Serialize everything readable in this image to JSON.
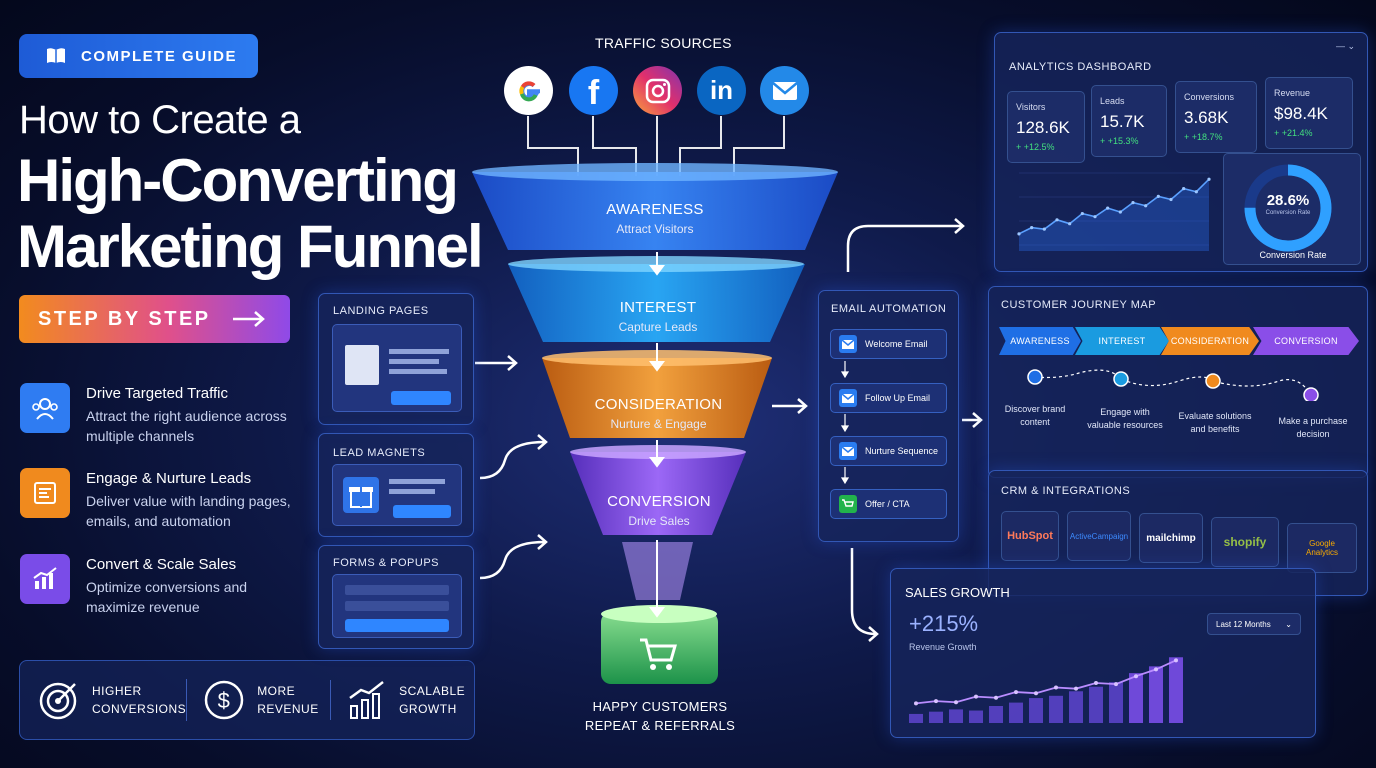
{
  "guide_badge": {
    "label": "COMPLETE GUIDE",
    "icon": "book-icon"
  },
  "title": {
    "line1": "How to Create a",
    "line2": "High-Converting",
    "line3": "Marketing Funnel"
  },
  "step_button": {
    "label": "STEP BY STEP",
    "icon": "arrow-right-icon"
  },
  "features": [
    {
      "title": "Drive Targeted Traffic",
      "desc": "Attract the right audience across multiple channels",
      "icon": "audience-icon",
      "color": "#2f7cf2"
    },
    {
      "title": "Engage & Nurture Leads",
      "desc": "Deliver value with landing pages, emails, and automation",
      "icon": "document-icon",
      "color": "#f08a1e"
    },
    {
      "title": "Convert & Scale Sales",
      "desc": "Optimize conversions and maximize revenue",
      "icon": "growth-chart-icon",
      "color": "#7a4ce8"
    }
  ],
  "benefits": [
    {
      "line1": "HIGHER",
      "line2": "CONVERSIONS",
      "icon": "target-icon"
    },
    {
      "line1": "MORE",
      "line2": "REVENUE",
      "icon": "dollar-icon"
    },
    {
      "line1": "SCALABLE",
      "line2": "GROWTH",
      "icon": "bar-growth-icon"
    }
  ],
  "traffic_sources": {
    "title": "TRAFFIC SOURCES",
    "items": [
      "google-icon",
      "facebook-icon",
      "instagram-icon",
      "linkedin-icon",
      "email-icon"
    ]
  },
  "funnel": [
    {
      "stage": "AWARENESS",
      "desc": "Attract Visitors",
      "color": "#2a6ff0"
    },
    {
      "stage": "INTEREST",
      "desc": "Capture Leads",
      "color": "#1f8fe8"
    },
    {
      "stage": "CONSIDERATION",
      "desc": "Nurture & Engage",
      "color": "#f08a1e"
    },
    {
      "stage": "CONVERSION",
      "desc": "Drive Sales",
      "color": "#8a4ee8"
    }
  ],
  "outcome": {
    "line1": "HAPPY CUSTOMERS",
    "line2": "REPEAT & REFERRALS",
    "icon": "cart-icon"
  },
  "side_panels": [
    {
      "title": "LANDING PAGES"
    },
    {
      "title": "LEAD MAGNETS"
    },
    {
      "title": "FORMS & POPUPS"
    }
  ],
  "email_automation": {
    "title": "EMAIL AUTOMATION",
    "steps": [
      "Welcome Email",
      "Follow Up Email",
      "Nurture Sequence",
      "Offer / CTA"
    ]
  },
  "analytics": {
    "title": "ANALYTICS DASHBOARD",
    "kpis": [
      {
        "label": "Visitors",
        "value": "128.6K",
        "delta": "+ +12.5%"
      },
      {
        "label": "Leads",
        "value": "15.7K",
        "delta": "+ +15.3%"
      },
      {
        "label": "Conversions",
        "value": "3.68K",
        "delta": "+ +18.7%"
      },
      {
        "label": "Revenue",
        "value": "$98.4K",
        "delta": "+ +21.4%"
      }
    ],
    "donut": {
      "value": "28.6%",
      "sub": "Conversion Rate",
      "caption": "Conversion Rate",
      "fraction": 0.286
    },
    "trend": [
      22,
      30,
      28,
      40,
      35,
      48,
      44,
      55,
      50,
      62,
      58,
      70,
      66,
      80,
      76,
      92
    ]
  },
  "journey": {
    "title": "CUSTOMER JOURNEY MAP",
    "stages": [
      "AWARENESS",
      "INTEREST",
      "CONSIDERATION",
      "CONVERSION"
    ],
    "descs": [
      "Discover brand content",
      "Engage with valuable resources",
      "Evaluate solutions and benefits",
      "Make a purchase decision"
    ]
  },
  "crm": {
    "title": "CRM & INTEGRATIONS",
    "logos": [
      "HubSpot",
      "ActiveCampaign",
      "mailchimp",
      "shopify",
      "Google Analytics"
    ]
  },
  "sales": {
    "title": "SALES GROWTH",
    "growth": "+215%",
    "growth_label": "Revenue Growth",
    "period": "Last 12 Months",
    "bars": [
      8,
      10,
      12,
      11,
      15,
      18,
      22,
      24,
      28,
      32,
      36,
      44,
      50,
      58
    ],
    "line": [
      12,
      14,
      13,
      18,
      17,
      22,
      21,
      26,
      25,
      30,
      29,
      36,
      42,
      50
    ]
  }
}
